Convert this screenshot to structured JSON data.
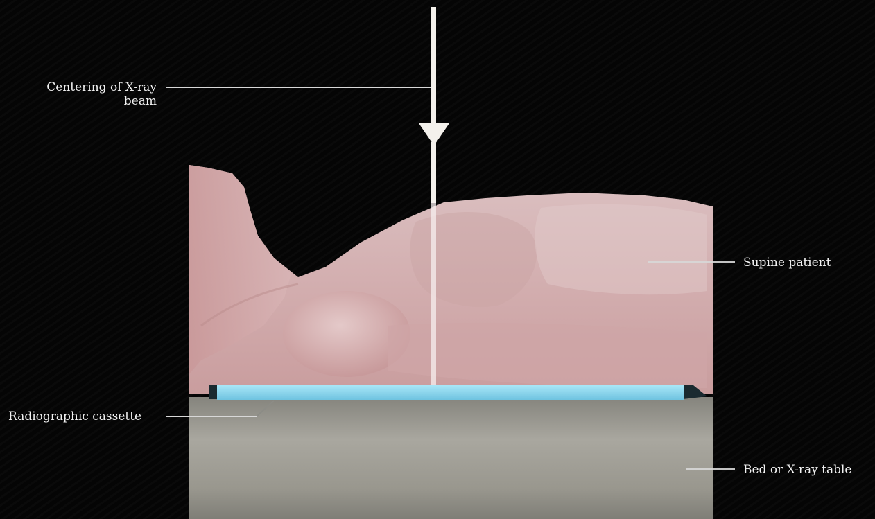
{
  "labels": {
    "beam_line1": "Centering of X-ray",
    "beam_line2": "beam",
    "cassette": "Radiographic cassette",
    "patient": "Supine patient",
    "bed": "Bed or X-ray table"
  },
  "colors": {
    "background": "#050505",
    "cassette": "#8fd6ee",
    "skin": "#d6b3b3",
    "table": "#9c9a90",
    "beam": "#f4f1ec"
  }
}
